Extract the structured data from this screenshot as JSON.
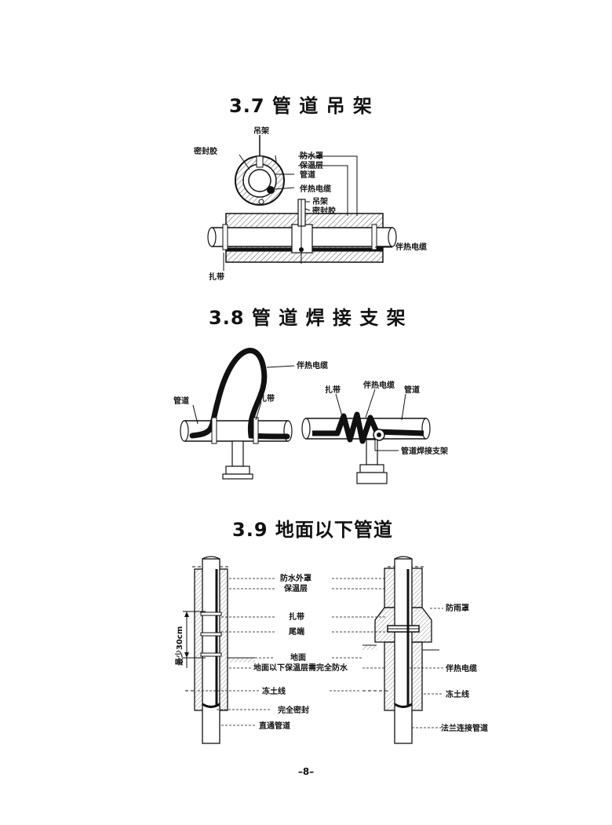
{
  "sections": [
    {
      "title": "3.7 管 道 吊 架",
      "labels": {
        "hanger_top": "吊架",
        "sealant": "密封胶",
        "waterproof_cover": "防水罩",
        "insulation": "保温层",
        "pipe": "管道",
        "heat_cable": "伴热电缆",
        "hanger": "吊架",
        "sealant2": "密封胶",
        "heat_cable2": "伴热电缆",
        "strap": "扎带"
      }
    },
    {
      "title": "3.8 管 道 焊 接 支 架",
      "labels": {
        "heat_cable": "伴热电缆",
        "pipe_left": "管道",
        "strap_left": "扎带",
        "strap_right": "扎带",
        "heat_cable_right": "伴热电缆",
        "pipe_right": "管道",
        "welded_support": "管道焊接支架"
      }
    },
    {
      "title": "3.9 地面以下管道",
      "labels": {
        "waterproof_outer": "防水外罩",
        "insulation": "保温层",
        "strap": "扎带",
        "tail_end": "尾端",
        "ground": "地面",
        "below_ground": "地面以下保温层需完全防水",
        "frost_line": "冻土线",
        "full_seal": "完全密封",
        "straight_pipe": "直通管道",
        "min_30cm": "最少30cm",
        "rain_cover": "防雨罩",
        "heat_cable": "伴热电缆",
        "frost_line_right": "冻土线",
        "flange_pipe": "法兰连接管道"
      }
    }
  ],
  "page_number": "–8–"
}
